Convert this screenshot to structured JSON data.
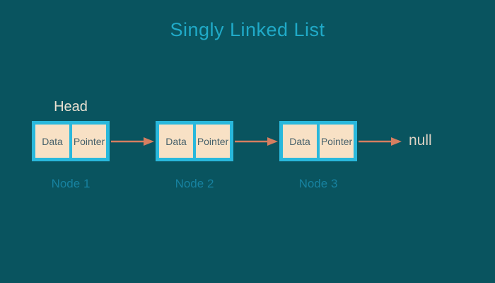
{
  "title": "Singly Linked List",
  "head_label": "Head",
  "null_label": "null",
  "nodes": [
    {
      "name": "Node 1",
      "data_label": "Data",
      "pointer_label": "Pointer"
    },
    {
      "name": "Node 2",
      "data_label": "Data",
      "pointer_label": "Pointer"
    },
    {
      "name": "Node 3",
      "data_label": "Data",
      "pointer_label": "Pointer"
    }
  ],
  "colors": {
    "background": "#09545F",
    "title_text": "#20AAC8",
    "node_frame": "#29B8DC",
    "cell_fill": "#F8E1C5",
    "cell_text": "#47616B",
    "arrow": "#D57E60",
    "head_text": "#ECE2D2",
    "null_text": "#DBD1C3",
    "node_label_text": "#1782A0"
  }
}
